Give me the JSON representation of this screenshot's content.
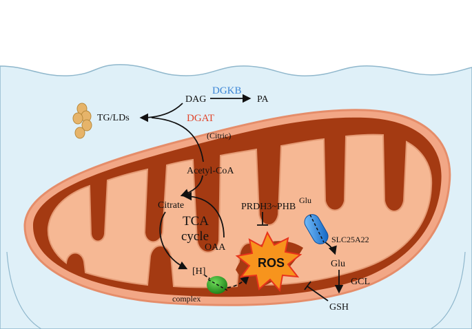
{
  "labels": {
    "dag": "DAG",
    "dgkb": "DGKB",
    "pa": "PA",
    "tg_lds": "TG/LDs",
    "dgat": "DGAT",
    "citric": "(Citric)",
    "acetyl_coa": "Acetyl-CoA",
    "citrate": "Citrate",
    "tca": "TCA",
    "cycle": "cycle",
    "oaa": "OAA",
    "h": "[H]",
    "complex": "complex",
    "ros": "ROS",
    "prdh3_phb": "PRDH3~PHB",
    "glu_top": "Glu",
    "slc25a22": "SLC25A22",
    "glu": "Glu",
    "gcl": "GCL",
    "gsh": "GSH"
  },
  "colors": {
    "dgkb": "#3d86d6",
    "dgat": "#e0442a",
    "cell": "#dff0f8",
    "mito_outer": "#9c3310",
    "mito_inner": "#f6b894",
    "ros_star": "#f7941d",
    "complex": "#2ca02c",
    "transporter": "#1f7fd0"
  }
}
